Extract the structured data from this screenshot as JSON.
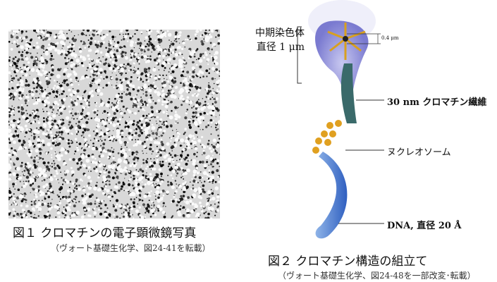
{
  "figure1": {
    "caption": "図１ クロマチンの電子顕微鏡写真",
    "source": "（ヴォート基礎生化学、図24-41を転載）"
  },
  "figure2": {
    "caption": "図２ クロマチン構造の組立て",
    "source": "（ヴォート基礎生化学、図24-48を一部改変･転載）",
    "labels": {
      "metaphase_line1": "中期染色体",
      "metaphase_line2": "直径 1 μm",
      "loop_size": "0.4 μm",
      "fiber": "30 nm クロマチン繊維",
      "nucleosome": "ヌクレオソーム",
      "dna": "DNA, 直径 20 Å"
    }
  }
}
